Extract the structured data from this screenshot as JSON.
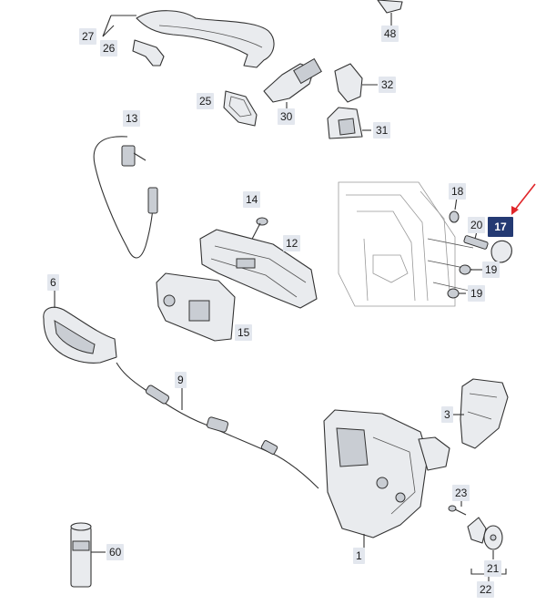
{
  "diagram": {
    "labels": {
      "l27": "27",
      "l26": "26",
      "l48": "48",
      "l32": "32",
      "l25": "25",
      "l30": "30",
      "l31": "31",
      "l13": "13",
      "l14": "14",
      "l12": "12",
      "l18": "18",
      "l20": "20",
      "l17": "17",
      "l19a": "19",
      "l19b": "19",
      "l6": "6",
      "l15": "15",
      "l9": "9",
      "l3": "3",
      "l23": "23",
      "l21": "21",
      "l22": "22",
      "l1": "1",
      "l60": "60"
    },
    "colors": {
      "stroke": "#333333",
      "fill": "#e9ebee",
      "label_bg": "#e3e7ee",
      "highlight_bg": "#243a73",
      "arrow": "#e0262a"
    }
  }
}
